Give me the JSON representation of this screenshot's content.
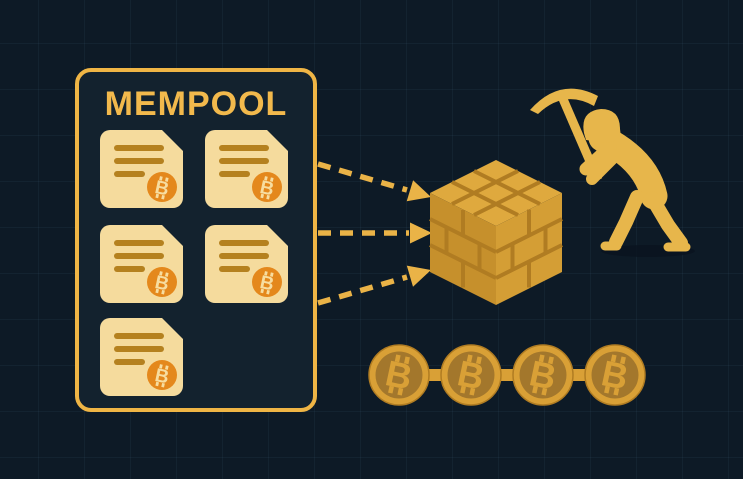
{
  "canvas": {
    "background_color": "#0d1a26",
    "grid_color": "rgba(62,92,120,0.13)"
  },
  "palette": {
    "gold": "#efb545",
    "title_gold": "#f2b94c",
    "doc_fill": "#f5db9d",
    "doc_line": "#b5811f",
    "badge_orange": "#e4881c",
    "badge_symbol": "#f7dda0",
    "cube_top": "#dfa93e",
    "cube_left": "#c6902c",
    "cube_right": "#d49e35",
    "cube_mortar": "#b07c22",
    "miner_gold": "#e7b64b",
    "coin_ring": "#d9a036",
    "coin_inner": "#a3772c",
    "panel_fill": "#13222e"
  },
  "mempool": {
    "title": "MEMPOOL",
    "transactions": [
      {
        "symbol": "B"
      },
      {
        "symbol": "B"
      },
      {
        "symbol": "B"
      },
      {
        "symbol": "B"
      },
      {
        "symbol": "B"
      }
    ]
  },
  "arrows": {
    "count": 3,
    "style": "dashed"
  },
  "block": {
    "shape": "isometric-brick-cube"
  },
  "miner": {
    "pose": "swinging-pickaxe"
  },
  "chain": {
    "coins": [
      {
        "symbol": "B"
      },
      {
        "symbol": "B"
      },
      {
        "symbol": "B"
      },
      {
        "symbol": "B"
      }
    ]
  }
}
